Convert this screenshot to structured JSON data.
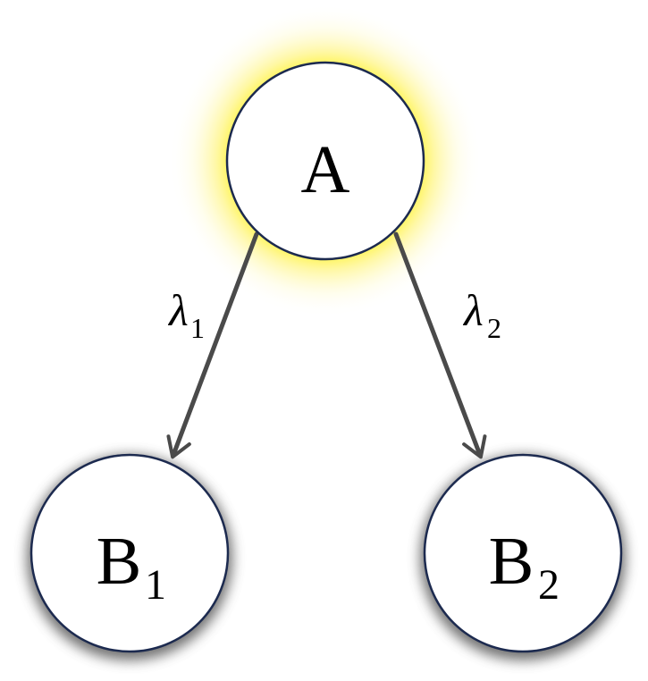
{
  "nodes": {
    "a": {
      "label": "A",
      "highlighted": true
    },
    "b1": {
      "label": "B",
      "subscript": "1"
    },
    "b2": {
      "label": "B",
      "subscript": "2"
    }
  },
  "edges": {
    "a_b1": {
      "symbol": "λ",
      "subscript": "1"
    },
    "a_b2": {
      "symbol": "λ",
      "subscript": "2"
    }
  },
  "colors": {
    "node_fill": "#ffffff",
    "node_stroke": "#1c2a4f",
    "highlight_glow": "#fff200",
    "shadow": "#555555",
    "edge": "#4a4a4a"
  }
}
